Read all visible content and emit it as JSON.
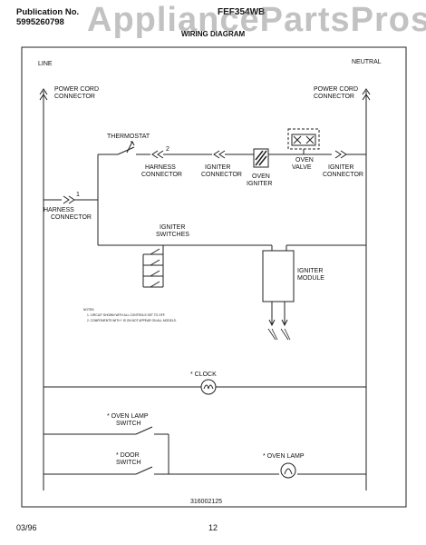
{
  "header": {
    "publication_label": "Publication No.",
    "publication_number": "5995260798",
    "model": "FEF354WB",
    "watermark": "AppliancePartsPros.com",
    "title": "WIRING DIAGRAM"
  },
  "diagram": {
    "line": "LINE",
    "neutral": "NEUTRAL",
    "power_cord_left_1": "POWER CORD",
    "power_cord_left_2": "CONNECTOR",
    "power_cord_right_1": "POWER CORD",
    "power_cord_right_2": "CONNECTOR",
    "thermostat": "THERMOSTAT",
    "wire_2": "2",
    "wire_1": "1",
    "harness_top_1": "HARNESS",
    "harness_top_2": "CONNECTOR",
    "igniter_conn_1": "IGNITER",
    "igniter_conn_2": "CONNECTOR",
    "oven_igniter_1": "OVEN",
    "oven_igniter_2": "IGNITER",
    "oven_valve_1": "OVEN",
    "oven_valve_2": "VALVE",
    "igniter_conn_r_1": "IGNITER",
    "igniter_conn_r_2": "CONNECTOR",
    "harness_left_1": "HARNESS",
    "harness_left_2": "CONNECTOR",
    "igniter_switches_1": "IGNITER",
    "igniter_switches_2": "SWITCHES",
    "igniter_module_1": "IGNITER",
    "igniter_module_2": "MODULE",
    "notes_title": "NOTES:",
    "note_1": "1. CIRCUIT SHOWN WITH ALL CONTROLS SET TO OFF.",
    "note_2": "2. COMPONENTS WITH * IS ON NOT APPEAR ON ALL MODELS.",
    "clock": "* CLOCK",
    "oven_lamp_switch_1": "* OVEN LAMP",
    "oven_lamp_switch_2": "SWITCH",
    "door_switch_1": "* DOOR",
    "door_switch_2": "SWITCH",
    "oven_lamp": "* OVEN LAMP",
    "part_number": "316002125"
  },
  "footer": {
    "date": "03/96",
    "page": "12"
  }
}
